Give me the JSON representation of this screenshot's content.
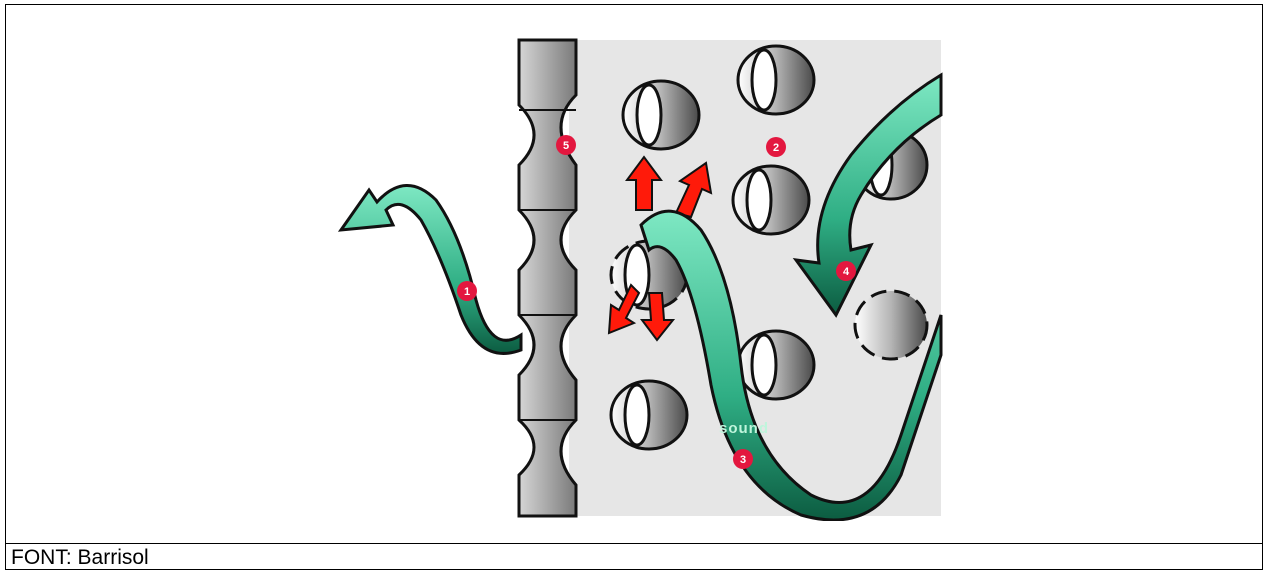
{
  "caption": {
    "label": "FONT:",
    "source": "Barrisol"
  },
  "diagram": {
    "wave_label": "sound",
    "markers": [
      "1",
      "2",
      "3",
      "4",
      "5"
    ],
    "colors": {
      "panel": "#e6e6e6",
      "wall": "#9a9a9a",
      "wave": "#3cc79a",
      "wave_dark": "#0d6b4c",
      "arrow": "#ff1a0a",
      "marker": "#e3173f"
    },
    "icons": [
      "sound-wave-arrow",
      "reflection-arrow",
      "perforation-hole",
      "number-marker"
    ]
  }
}
